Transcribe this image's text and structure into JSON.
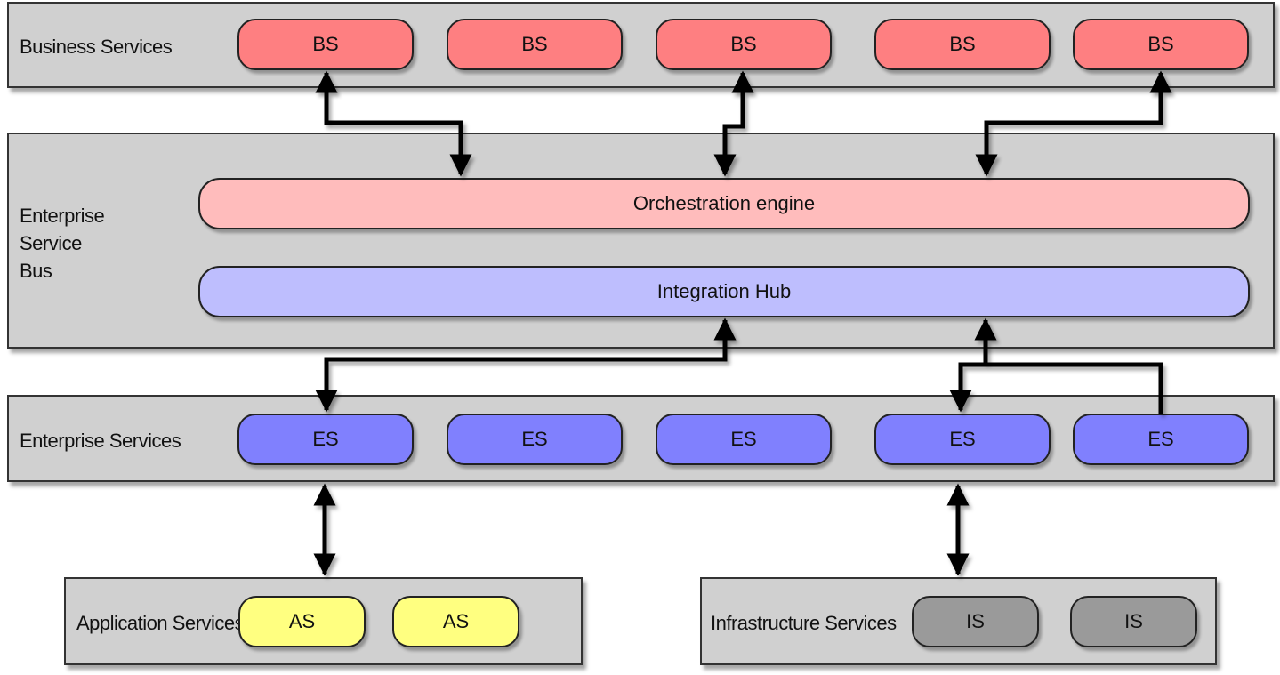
{
  "layers": {
    "business": {
      "label": "Business Services",
      "services": [
        "BS",
        "BS",
        "BS",
        "BS",
        "BS"
      ]
    },
    "esb": {
      "label": "Enterprise\nService\nBus",
      "orchestration": "Orchestration engine",
      "integration_hub": "Integration Hub"
    },
    "enterprise": {
      "label": "Enterprise Services",
      "services": [
        "ES",
        "ES",
        "ES",
        "ES",
        "ES"
      ]
    },
    "application": {
      "label": "Application Services",
      "services": [
        "AS",
        "AS"
      ]
    },
    "infrastructure": {
      "label": "Infrastructure Services",
      "services": [
        "IS",
        "IS"
      ]
    }
  },
  "colors": {
    "business_service": "#fe7f81",
    "enterprise_service": "#8080fe",
    "application_service": "#ffff80",
    "infrastructure_service": "#9a9a9a",
    "orchestration_engine": "#ffbcbc",
    "integration_hub": "#bebefe",
    "layer_background": "#d0d0d0"
  }
}
